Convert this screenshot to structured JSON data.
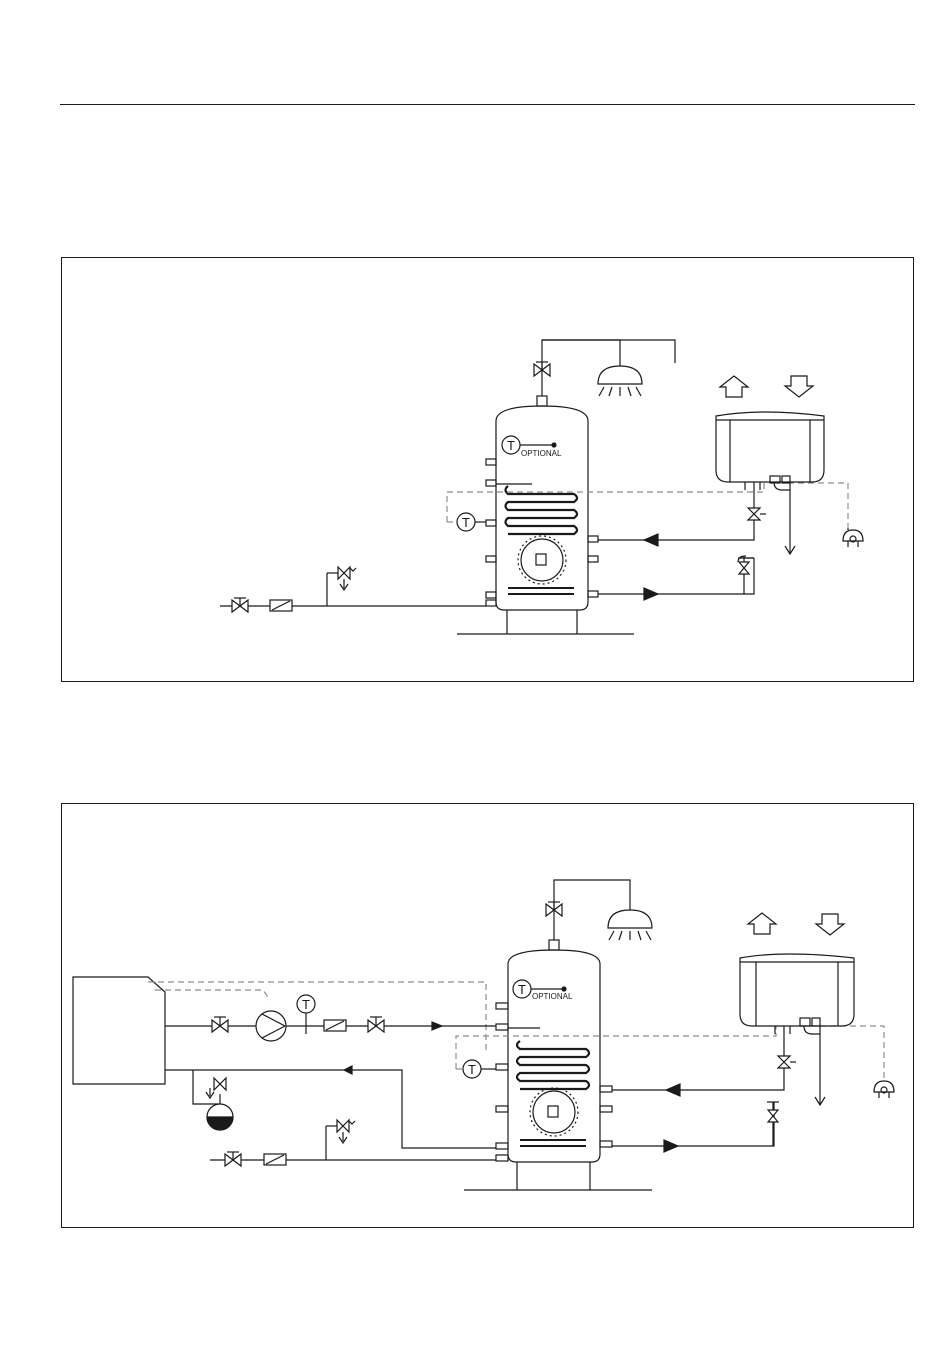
{
  "diagram_1": {
    "sensor_main": "T",
    "sensor_main_label": "OPTIONAL",
    "sensor_aux": "T"
  },
  "diagram_2": {
    "sensor_main": "T",
    "sensor_main_label": "OPTIONAL",
    "sensor_aux": "T",
    "sensor_loop": "T"
  },
  "colors": {
    "line": "#1a1a1a",
    "dashed": "#8c8c8c"
  }
}
